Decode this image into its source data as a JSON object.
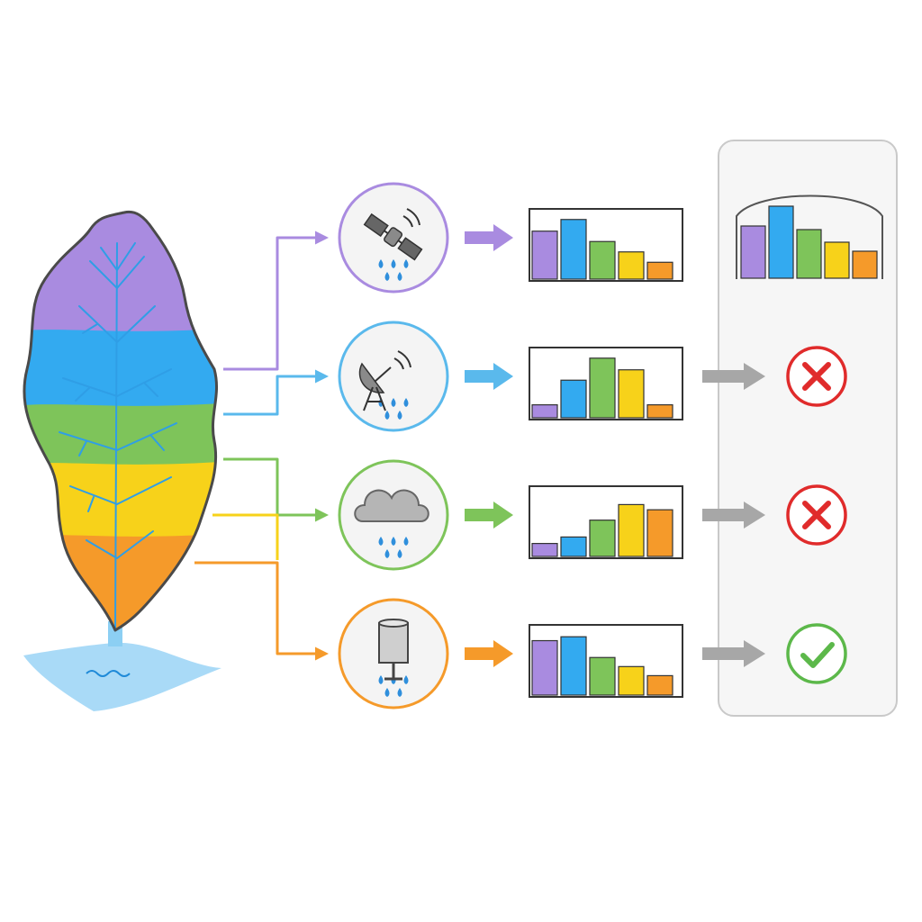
{
  "colors": {
    "purple": "#a98be0",
    "blue": "#33aaf0",
    "green": "#7ec45a",
    "yellow": "#f7d21a",
    "orange": "#f59a2a",
    "red": "#e02b2b",
    "check": "#5cb84a",
    "gray_arrow": "#a7a7a7",
    "water": "#9fd4f5"
  },
  "zones": [
    "purple",
    "blue",
    "green",
    "yellow",
    "orange"
  ],
  "sources": [
    {
      "name": "satellite",
      "icon": "satellite-icon",
      "color": "#a98be0",
      "bars": [
        0.74,
        0.92,
        0.58,
        0.42,
        0.26
      ]
    },
    {
      "name": "radar",
      "icon": "radar-dish-icon",
      "color": "#5ab9ec",
      "bars": [
        0.2,
        0.58,
        0.92,
        0.74,
        0.2
      ]
    },
    {
      "name": "weather-model",
      "icon": "rain-cloud-icon",
      "color": "#7ec45a",
      "bars": [
        0.2,
        0.3,
        0.56,
        0.8,
        0.72
      ]
    },
    {
      "name": "rain-gauge",
      "icon": "rain-gauge-icon",
      "color": "#f59a2a",
      "bars": [
        0.84,
        0.9,
        0.58,
        0.44,
        0.3
      ]
    }
  ],
  "reference_bars": [
    0.58,
    0.8,
    0.54,
    0.4,
    0.3
  ],
  "results": [
    {
      "row": 1,
      "status": "mismatch",
      "icon": "cross-icon"
    },
    {
      "row": 2,
      "status": "mismatch",
      "icon": "cross-icon"
    },
    {
      "row": 3,
      "status": "match",
      "icon": "check-icon"
    }
  ]
}
